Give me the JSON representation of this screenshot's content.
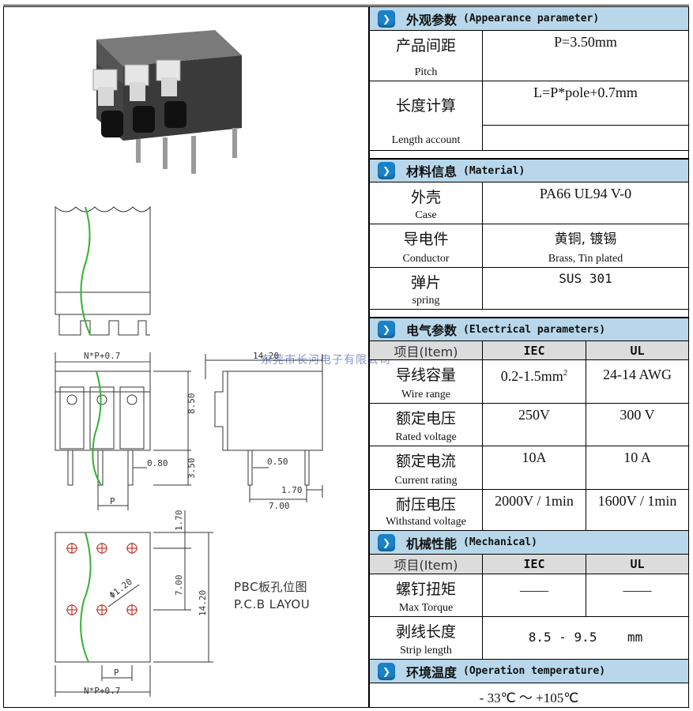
{
  "drawing": {
    "dims": {
      "width_top": "N*P+0.7",
      "width_side": "14.20",
      "height_body": "8.50",
      "pin_length": "3.50",
      "pin_width": "0.80",
      "pin_side": "0.50",
      "side_offset": "1.70",
      "side_pin_span": "7.00",
      "pitch": "P",
      "pcb_top": "1.70",
      "pcb_row": "7.00",
      "pcb_total": "14.20",
      "hole": "Φ1.20",
      "pcb_pitch": "P",
      "pcb_width": "N*P+0.7"
    },
    "pbc_label_zh": "PBC板孔位图",
    "pbc_label_en": "P.C.B LAYOU",
    "watermark": "东莞市长河电子有限公司"
  },
  "sections": {
    "appearance": {
      "zh": "外观参数",
      "en": "(Appearance parameter)"
    },
    "material": {
      "zh": "材料信息",
      "en": "(Material)"
    },
    "electrical": {
      "zh": "电气参数",
      "en": "(Electrical parameters)"
    },
    "mechanical": {
      "zh": "机械性能",
      "en": "(Mechanical)"
    },
    "temperature": {
      "zh": "环境温度",
      "en": "(Operation temperature)"
    }
  },
  "appearance": {
    "pitch": {
      "zh": "产品间距",
      "en": "Pitch",
      "value": "P=3.50mm"
    },
    "length": {
      "zh": "长度计算",
      "en": "Length account",
      "value": "L=P*pole+0.7mm"
    }
  },
  "material": {
    "case": {
      "zh": "外壳",
      "en": "Case",
      "value": "PA66 UL94 V-0"
    },
    "conductor": {
      "zh": "导电件",
      "en": "Conductor",
      "value_zh": "黄铜, 镀锡",
      "value_en": "Brass, Tin plated"
    },
    "spring": {
      "zh": "弹片",
      "en": "spring",
      "value": "SUS 301"
    }
  },
  "electrical": {
    "header": {
      "item": "项目(Item)",
      "iec": "IEC",
      "ul": "UL"
    },
    "wire": {
      "zh": "导线容量",
      "en": "Wire range",
      "iec": "0.2-1.5mm",
      "iec_sup": "2",
      "ul": "24-14 AWG"
    },
    "voltage": {
      "zh": "额定电压",
      "en": "Rated voltage",
      "iec": "250V",
      "ul": "300 V"
    },
    "current": {
      "zh": "额定电流",
      "en": "Current rating",
      "iec": "10A",
      "ul": "10 A"
    },
    "withstand": {
      "zh": "耐压电压",
      "en": "Withstand voltage",
      "iec": "2000V / 1min",
      "ul": "1600V / 1min"
    }
  },
  "mechanical": {
    "header": {
      "item": "项目(Item)",
      "iec": "IEC",
      "ul": "UL"
    },
    "torque": {
      "zh": "螺钉扭矩",
      "en": "Max Torque",
      "iec": "——",
      "ul": "——"
    },
    "strip": {
      "zh": "剥线长度",
      "en": "Strip length",
      "value": "8.5 - 9.5    mm"
    }
  },
  "temperature": {
    "value": "- 33℃ ～ +105℃"
  }
}
